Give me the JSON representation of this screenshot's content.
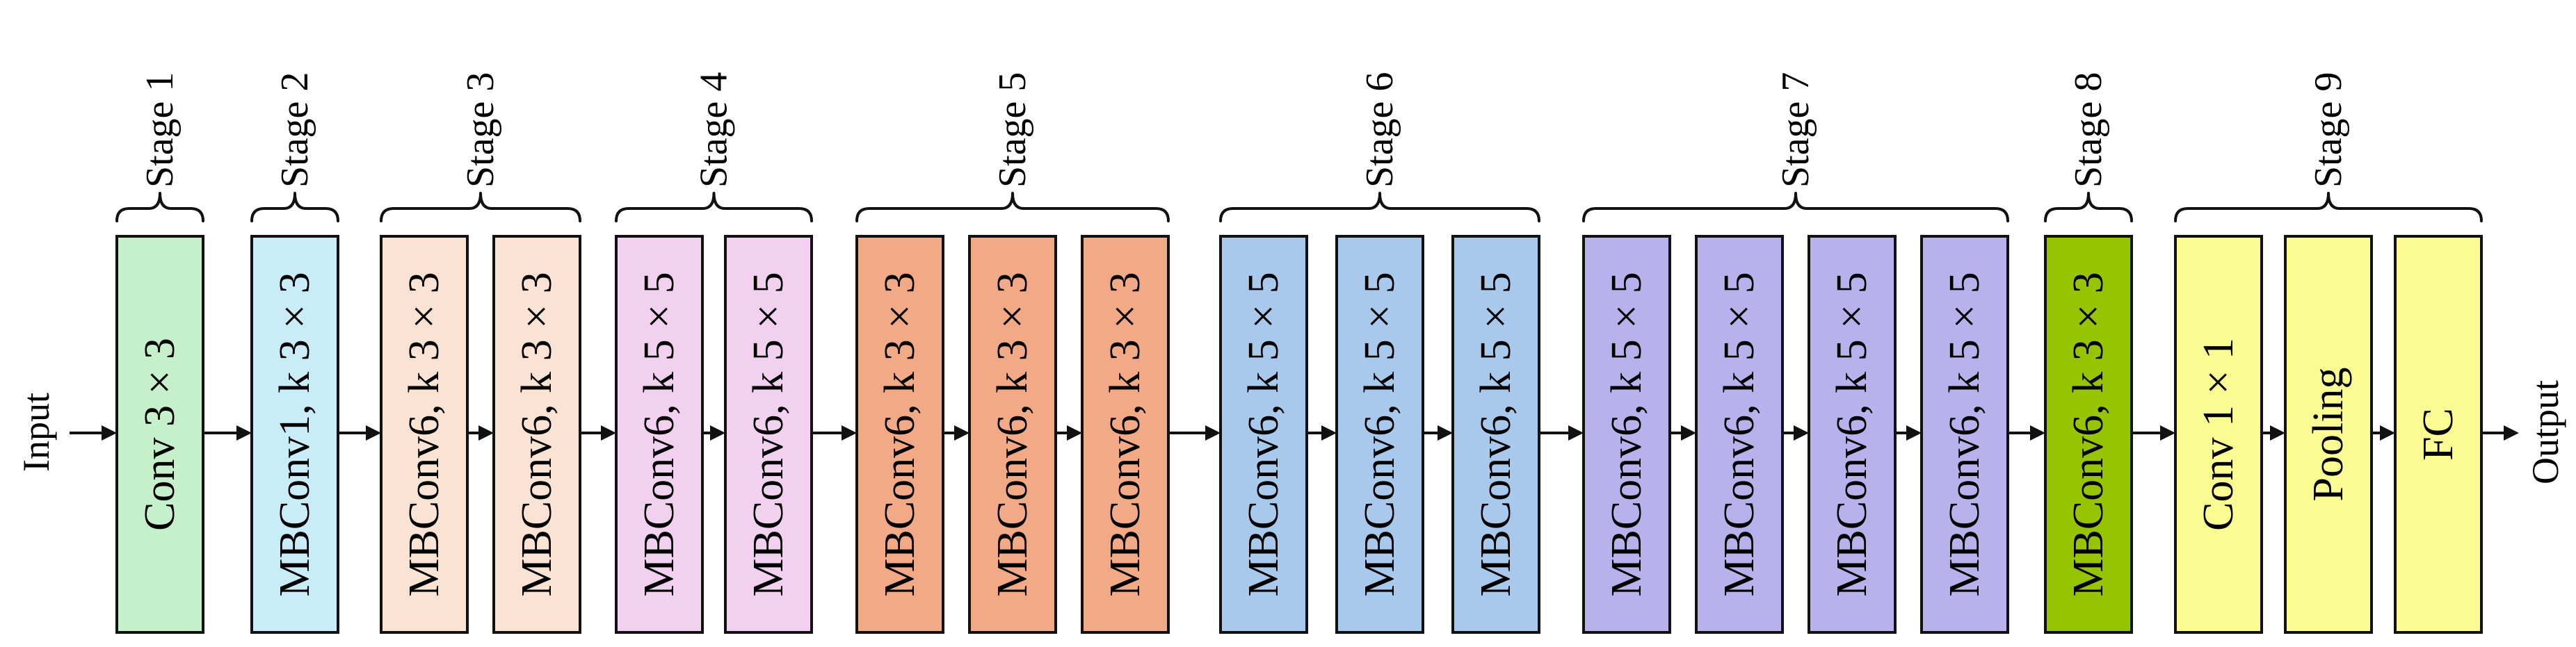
{
  "io": {
    "input": "Input",
    "output": "Output"
  },
  "stages": [
    {
      "label": "Stage 1",
      "blocks": [
        {
          "label": "Conv 3 × 3",
          "color": "#c5f0c9"
        }
      ]
    },
    {
      "label": "Stage 2",
      "blocks": [
        {
          "label": "MBConv1, k 3 × 3",
          "color": "#c9ecf8"
        }
      ]
    },
    {
      "label": "Stage 3",
      "blocks": [
        {
          "label": "MBConv6, k 3 × 3",
          "color": "#fbe3d3"
        },
        {
          "label": "MBConv6, k 3 × 3",
          "color": "#fbe3d3"
        }
      ]
    },
    {
      "label": "Stage 4",
      "blocks": [
        {
          "label": "MBConv6, k 5 × 5",
          "color": "#f1d1ef"
        },
        {
          "label": "MBConv6, k 5 × 5",
          "color": "#f1d1ef"
        }
      ]
    },
    {
      "label": "Stage 5",
      "blocks": [
        {
          "label": "MBConv6, k 3 × 3",
          "color": "#f2a985"
        },
        {
          "label": "MBConv6, k 3 × 3",
          "color": "#f2a985"
        },
        {
          "label": "MBConv6, k 3 × 3",
          "color": "#f2a985"
        }
      ]
    },
    {
      "label": "Stage 6",
      "blocks": [
        {
          "label": "MBConv6, k 5 × 5",
          "color": "#a8c9ec"
        },
        {
          "label": "MBConv6, k 5 × 5",
          "color": "#a8c9ec"
        },
        {
          "label": "MBConv6, k 5 × 5",
          "color": "#a8c9ec"
        }
      ]
    },
    {
      "label": "Stage 7",
      "blocks": [
        {
          "label": "MBConv6, k 5 × 5",
          "color": "#b7b2ec"
        },
        {
          "label": "MBConv6, k 5 × 5",
          "color": "#b7b2ec"
        },
        {
          "label": "MBConv6, k 5 × 5",
          "color": "#b7b2ec"
        },
        {
          "label": "MBConv6, k 5 × 5",
          "color": "#b7b2ec"
        }
      ]
    },
    {
      "label": "Stage 8",
      "blocks": [
        {
          "label": "MBConv6, k 3 × 3",
          "color": "#96c400"
        }
      ]
    },
    {
      "label": "Stage 9",
      "blocks": [
        {
          "label": "Conv 1 × 1",
          "color": "#fbfb93"
        },
        {
          "label": "Pooling",
          "color": "#fbfb93"
        },
        {
          "label": "FC",
          "color": "#fbfb93"
        }
      ]
    }
  ]
}
